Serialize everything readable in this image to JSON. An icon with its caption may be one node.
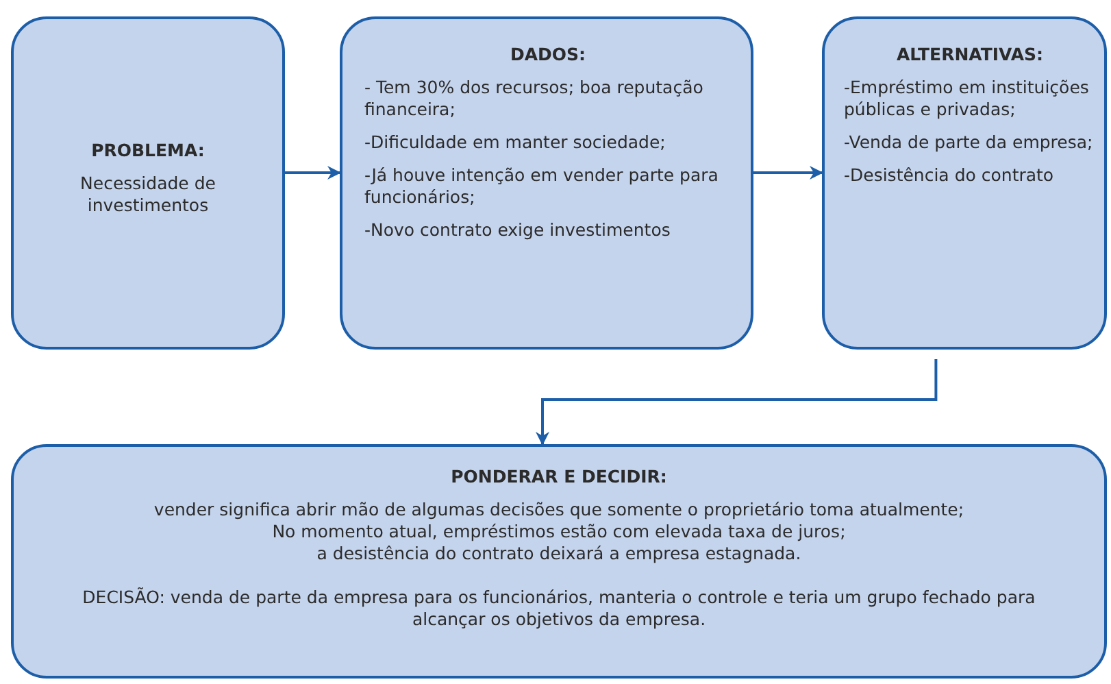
{
  "diagram": {
    "nodes": [
      {
        "text": [
          "PROBLEMA:",
          "Necessidade de investimentos"
        ]
      },
      {
        "text": [
          "DADOS:",
          "- Tem 30% dos recursos; boa reputação financeira;",
          "-Dificuldade em manter sociedade;",
          "-Já houve intenção em vender parte para funcionários;",
          "-Novo contrato exige investimentos"
        ]
      },
      {
        "text": [
          "ALTERNATIVAS:",
          "-Empréstimo em instituições públicas e privadas;",
          "-Venda de parte da empresa;",
          "-Desistência do contrato"
        ]
      },
      {
        "text": [
          "PONDERAR E DECIDIR:",
          "vender significa abrir mão de algumas decisões que somente o proprietário toma atualmente;",
          "No momento atual, empréstimos estão com elevada taxa de juros;",
          "a desistência do contrato deixará a empresa estagnada.",
          "DECISÃO: venda de parte da empresa para os  funcionários, manteria o controle e teria um grupo fechado para alcançar os objetivos da empresa."
        ]
      }
    ],
    "edges": [
      {
        "from": 0,
        "to": 1,
        "arrow": "to"
      },
      {
        "from": 1,
        "to": 2,
        "arrow": "to"
      },
      {
        "from": 2,
        "to": 3,
        "arrow": "to"
      }
    ]
  }
}
